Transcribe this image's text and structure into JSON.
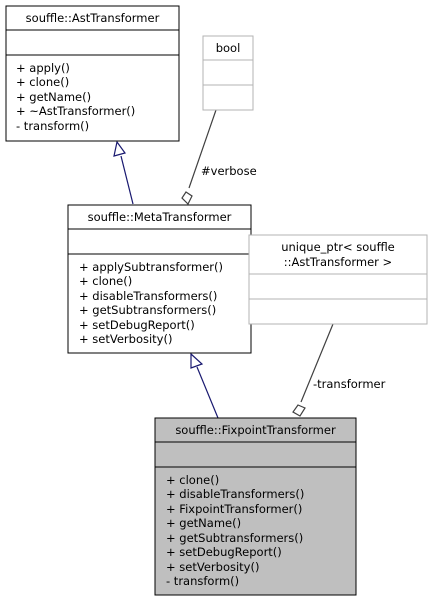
{
  "diagram": {
    "classes": {
      "ast_transformer": {
        "name": "souffle::AstTransformer",
        "methods": [
          "+ apply()",
          "+ clone()",
          "+ getName()",
          "+ ~AstTransformer()",
          "- transform()"
        ]
      },
      "bool_type": {
        "name": "bool"
      },
      "meta_transformer": {
        "name": "souffle::MetaTransformer",
        "methods": [
          "+ applySubtransformer()",
          "+ clone()",
          "+ disableTransformers()",
          "+ getSubtransformers()",
          "+ setDebugReport()",
          "+ setVerbosity()"
        ]
      },
      "unique_ptr_type": {
        "name_lines": [
          "unique_ptr< souffle",
          "::AstTransformer >"
        ]
      },
      "fixpoint_transformer": {
        "name": "souffle::FixpointTransformer",
        "methods": [
          "+ clone()",
          "+ disableTransformers()",
          "+ FixpointTransformer()",
          "+ getName()",
          "+ getSubtransformers()",
          "+ setDebugReport()",
          "+ setVerbosity()",
          "- transform()"
        ]
      }
    },
    "relations": {
      "verbose_label": "#verbose",
      "transformer_label": "-transformer"
    },
    "colors": {
      "inheritance": "#191970",
      "aggregation": "#404040",
      "highlight_fill": "#bfbfbf",
      "muted_border": "#b3b3b3"
    }
  }
}
